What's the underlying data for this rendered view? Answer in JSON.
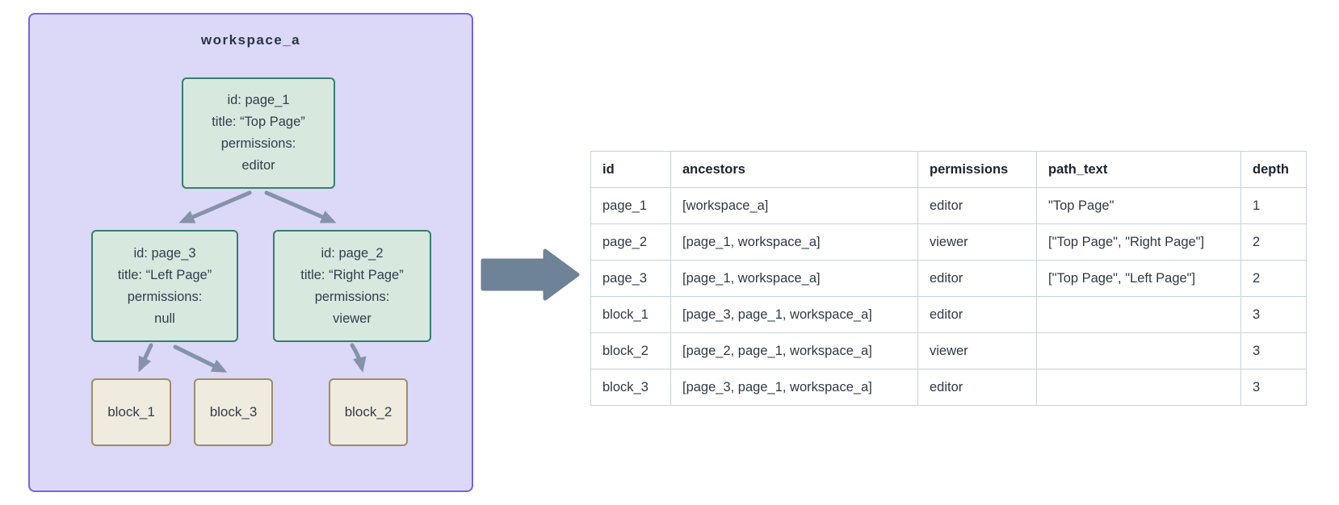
{
  "workspace": {
    "title": "workspace_a",
    "fill": "#dcd8f7",
    "border_color": "#7b63da",
    "node_fill": "#d7e8df",
    "node_border_color": "#35806b",
    "block_fill": "#efebdf",
    "block_border_color": "#9c8d6b",
    "edge_color": "#8493a8",
    "page_nodes": [
      {
        "id": "page_1",
        "lines": [
          "id: page_1",
          "title: “Top Page”",
          "permissions:",
          "editor"
        ]
      },
      {
        "id": "page_3",
        "lines": [
          "id: page_3",
          "title: “Left Page”",
          "permissions:",
          "null"
        ]
      },
      {
        "id": "page_2",
        "lines": [
          "id: page_2",
          "title: “Right Page”",
          "permissions:",
          "viewer"
        ]
      }
    ],
    "block_nodes": [
      {
        "label": "block_1"
      },
      {
        "label": "block_3"
      },
      {
        "label": "block_2"
      }
    ]
  },
  "flow_arrow": {
    "icon": "right-arrow",
    "color": "#6e8397"
  },
  "table": {
    "border_color": "#c9d2db",
    "header_text_color": "#1b2430",
    "cell_text_color": "#2f3945",
    "columns": [
      "id",
      "ancestors",
      "permissions",
      "path_text",
      "depth"
    ],
    "rows": [
      [
        "page_1",
        "[workspace_a]",
        "editor",
        "\"Top Page\"",
        "1"
      ],
      [
        "page_2",
        "[page_1, workspace_a]",
        "viewer",
        "[\"Top Page\", \"Right Page\"]",
        "2"
      ],
      [
        "page_3",
        "[page_1, workspace_a]",
        "editor",
        "[\"Top Page\", \"Left Page\"]",
        "2"
      ],
      [
        "block_1",
        "[page_3, page_1, workspace_a]",
        "editor",
        "",
        "3"
      ],
      [
        "block_2",
        "[page_2, page_1, workspace_a]",
        "viewer",
        "",
        "3"
      ],
      [
        "block_3",
        "[page_3, page_1, workspace_a]",
        "editor",
        "",
        "3"
      ]
    ]
  }
}
